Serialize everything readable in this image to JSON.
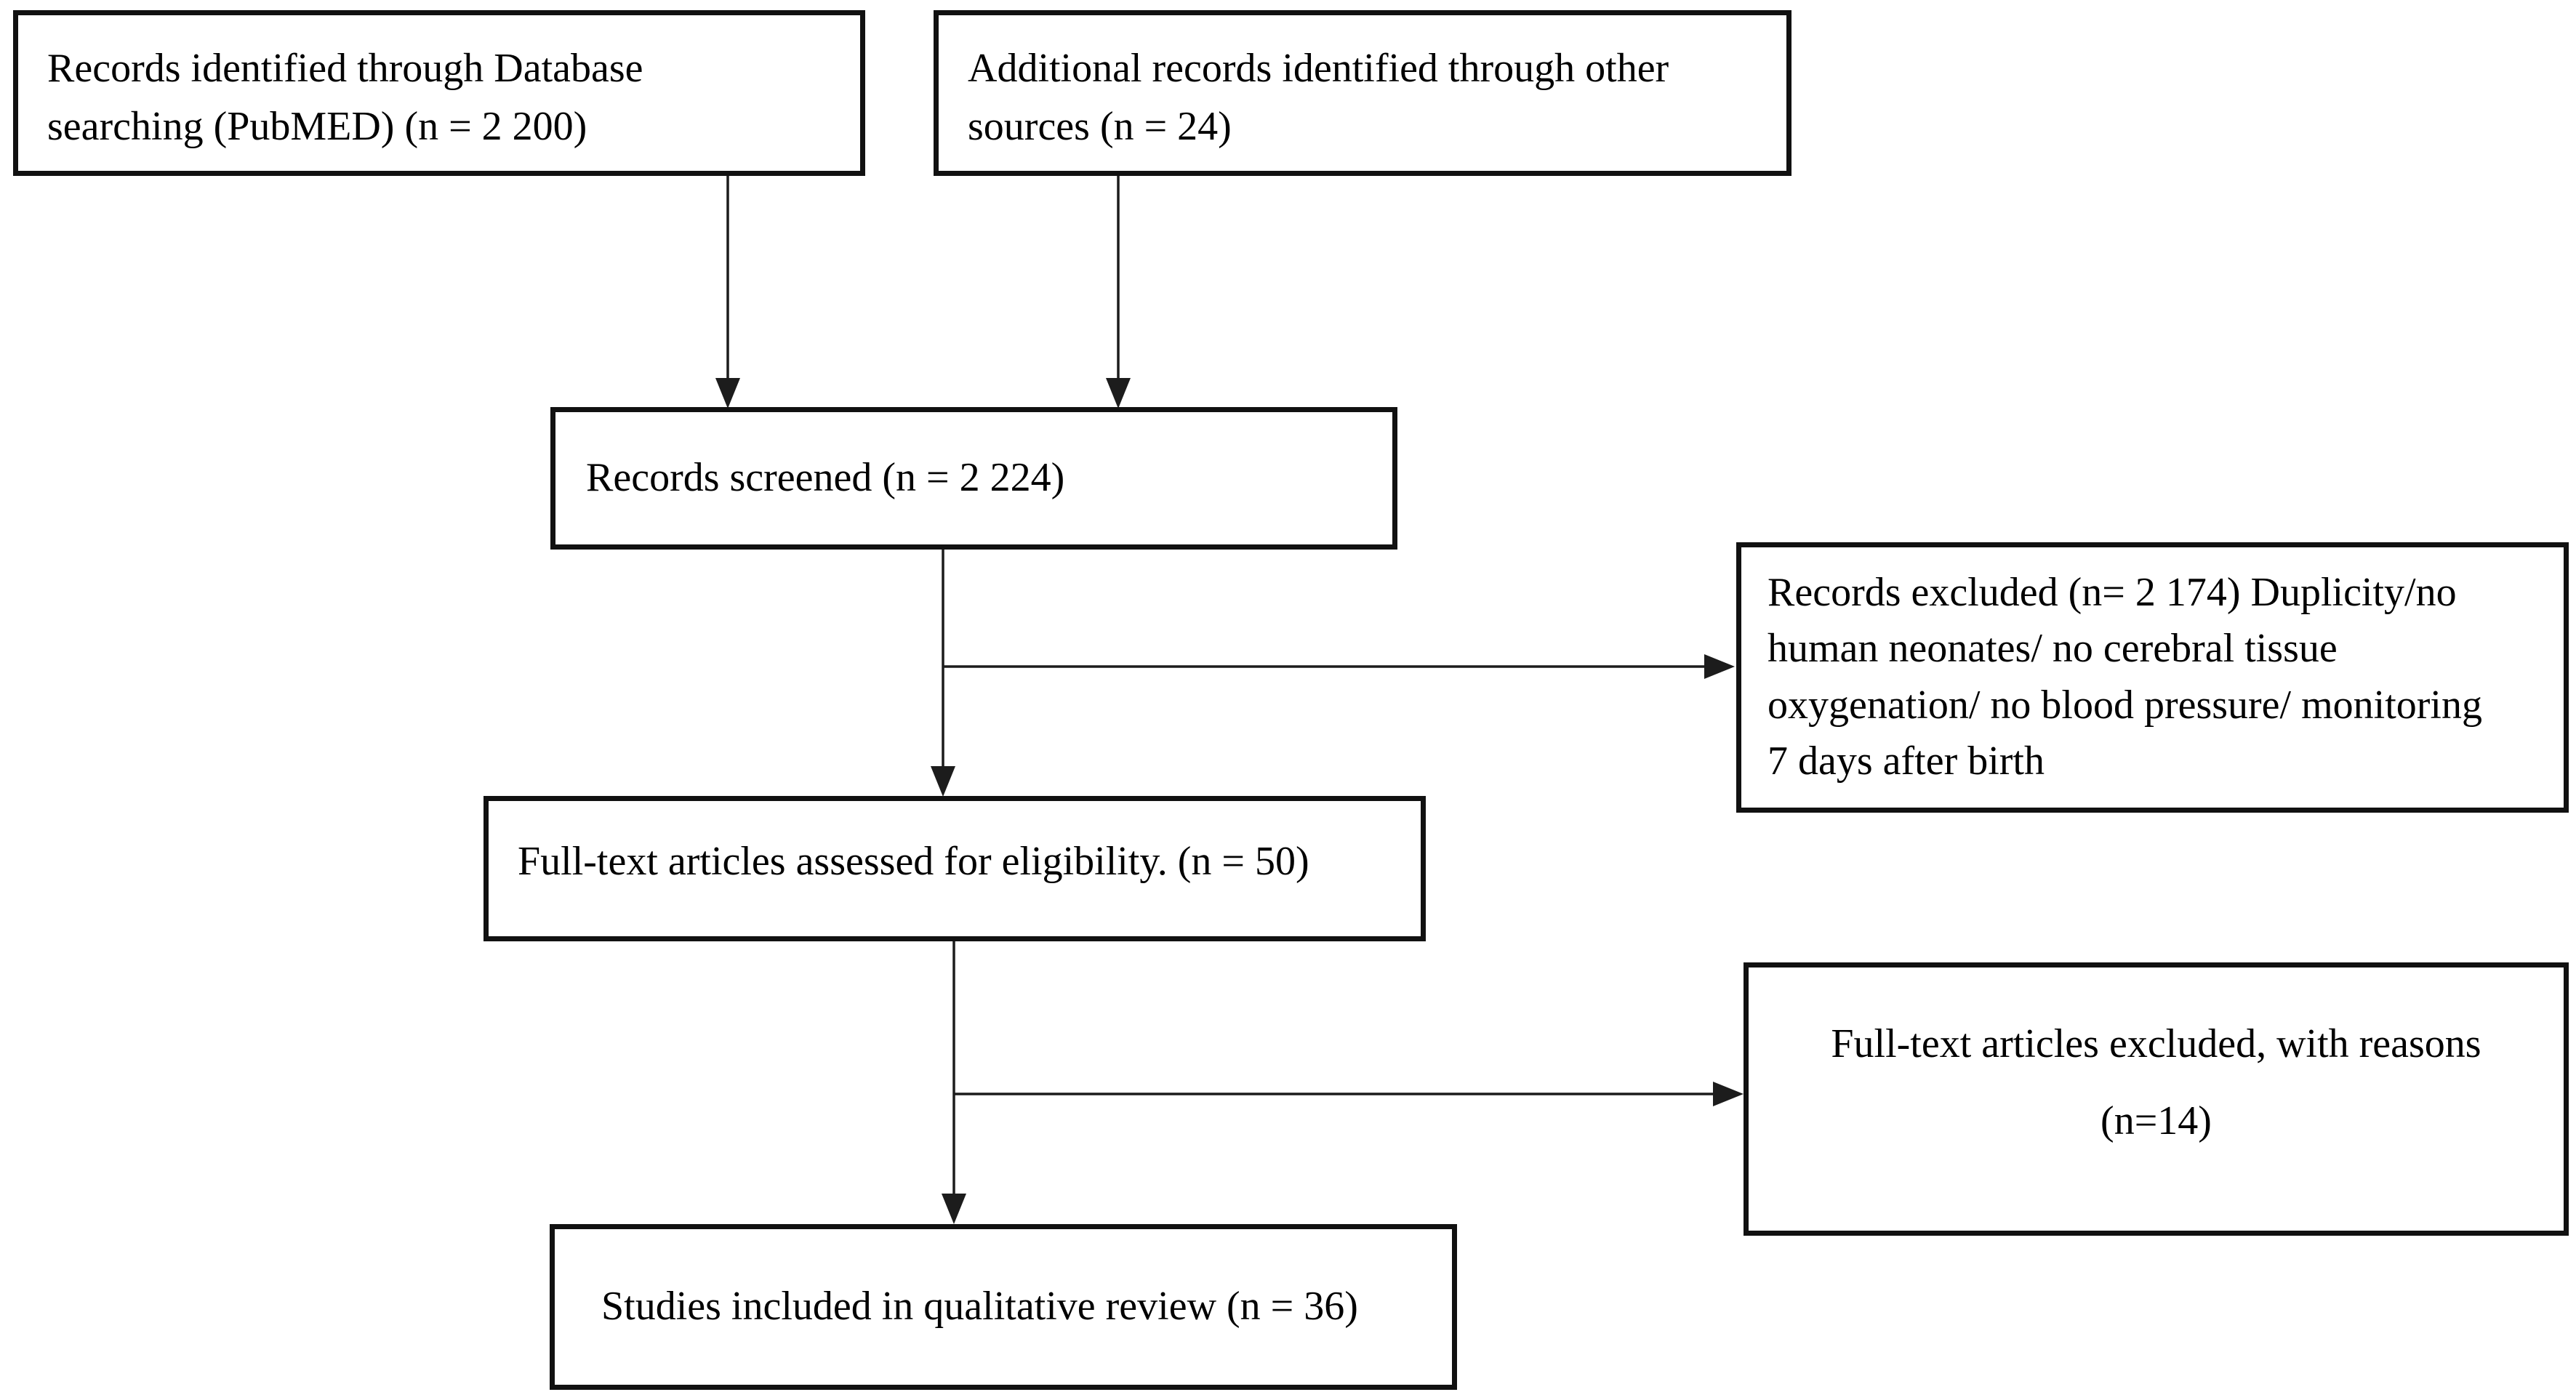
{
  "diagram": {
    "type": "flowchart",
    "colors": {
      "background": "#ffffff",
      "box_border": "#111111",
      "line": "#1c1c1c",
      "text": "#000000"
    },
    "boxes": {
      "identified": {
        "text": "Records identified through Database searching (PubMED) (n = 2 200)",
        "lines": [
          "Records identified through Database",
          "searching (PubMED) (n = 2 200)"
        ],
        "n": "2 200"
      },
      "additional": {
        "text": "Additional records identified through other sources (n = 24)",
        "lines": [
          "Additional records identified through other",
          "sources (n = 24)"
        ],
        "n": "24"
      },
      "screened": {
        "text": "Records screened (n = 2 224)",
        "n": "2 224"
      },
      "records_excluded": {
        "text": "Records excluded (n= 2 174) Duplicity/no human neonates/ no cerebral tissue oxygenation/ no blood pressure/ monitoring 7 days after birth",
        "lines": [
          "Records excluded (n= 2 174) Duplicity/no",
          "human neonates/ no cerebral tissue",
          "oxygenation/ no blood pressure/ monitoring",
          "7 days after birth"
        ],
        "n": "2 174"
      },
      "fulltext_assessed": {
        "text": "Full-text articles assessed for eligibility. (n = 50)",
        "n": "50"
      },
      "fulltext_excluded": {
        "text": "Full-text articles excluded, with reasons (n=14)",
        "lines": [
          "Full-text articles excluded, with reasons",
          "(n=14)"
        ],
        "n": "14"
      },
      "included": {
        "text": "Studies included in qualitative review (n = 36)",
        "n": "36"
      }
    }
  }
}
